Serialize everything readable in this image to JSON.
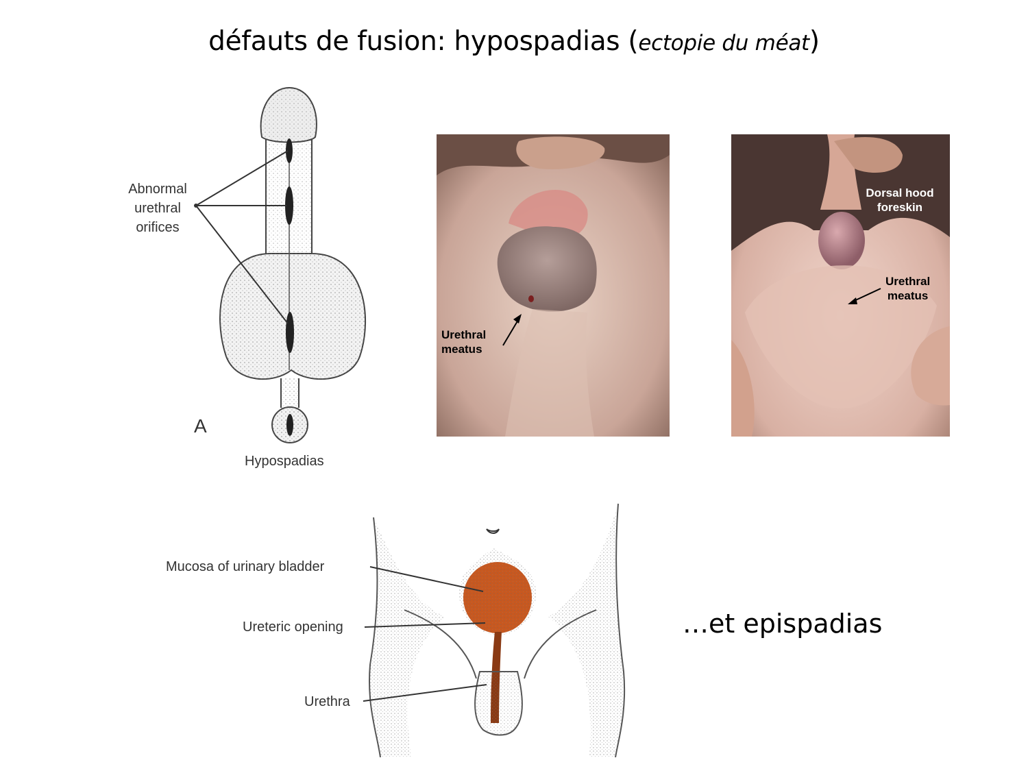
{
  "slide": {
    "title_main": "défauts de fusion: hypospadias (",
    "title_italic": "ectopie du méat",
    "title_close": ")",
    "epispadias_text": "…et epispadias"
  },
  "hypospadias_drawing": {
    "label_line1": "Abnormal",
    "label_line2": "urethral",
    "label_line3": "orifices",
    "panel_letter": "A",
    "caption": "Hypospadias"
  },
  "photo1": {
    "label_line1": "Urethral",
    "label_line2": "meatus"
  },
  "photo2": {
    "hood_line1": "Dorsal hood",
    "hood_line2": "foreskin",
    "meatus_line1": "Urethral",
    "meatus_line2": "meatus"
  },
  "epispadias_drawing": {
    "label_mucosa": "Mucosa of urinary bladder",
    "label_ureteric": "Ureteric opening",
    "label_urethra": "Urethra",
    "mucosa_color": "#c8581f"
  }
}
